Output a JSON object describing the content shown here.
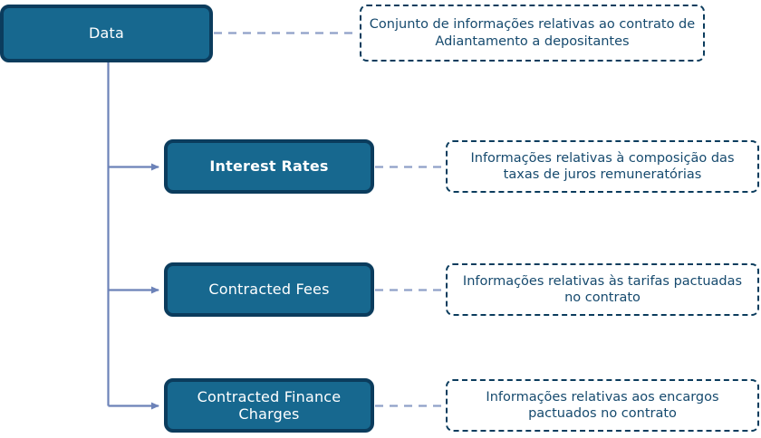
{
  "diagram": {
    "type": "tree-diagram",
    "colors": {
      "node_fill": "#17688f",
      "node_border": "#0b3c5d",
      "node_text": "#ffffff",
      "note_border": "#0b3c5d",
      "note_text": "#164a6e",
      "note_fill": "#ffffff",
      "connector_solid": "#6c82b8",
      "connector_dashed": "#8fa0c8",
      "background": "#ffffff"
    },
    "root": {
      "label": "Data",
      "bold": false,
      "note": "Conjunto de informações relativas ao contrato de Adiantamento a depositantes"
    },
    "children": [
      {
        "label": "Interest Rates",
        "bold": true,
        "note": "Informações relativas à composição das taxas de juros remuneratórias"
      },
      {
        "label": "Contracted Fees",
        "bold": false,
        "note": "Informações relativas às tarifas pactuadas no contrato"
      },
      {
        "label": "Contracted Finance Charges",
        "bold": false,
        "note": "Informações relativas aos encargos pactuados no contrato"
      }
    ]
  }
}
